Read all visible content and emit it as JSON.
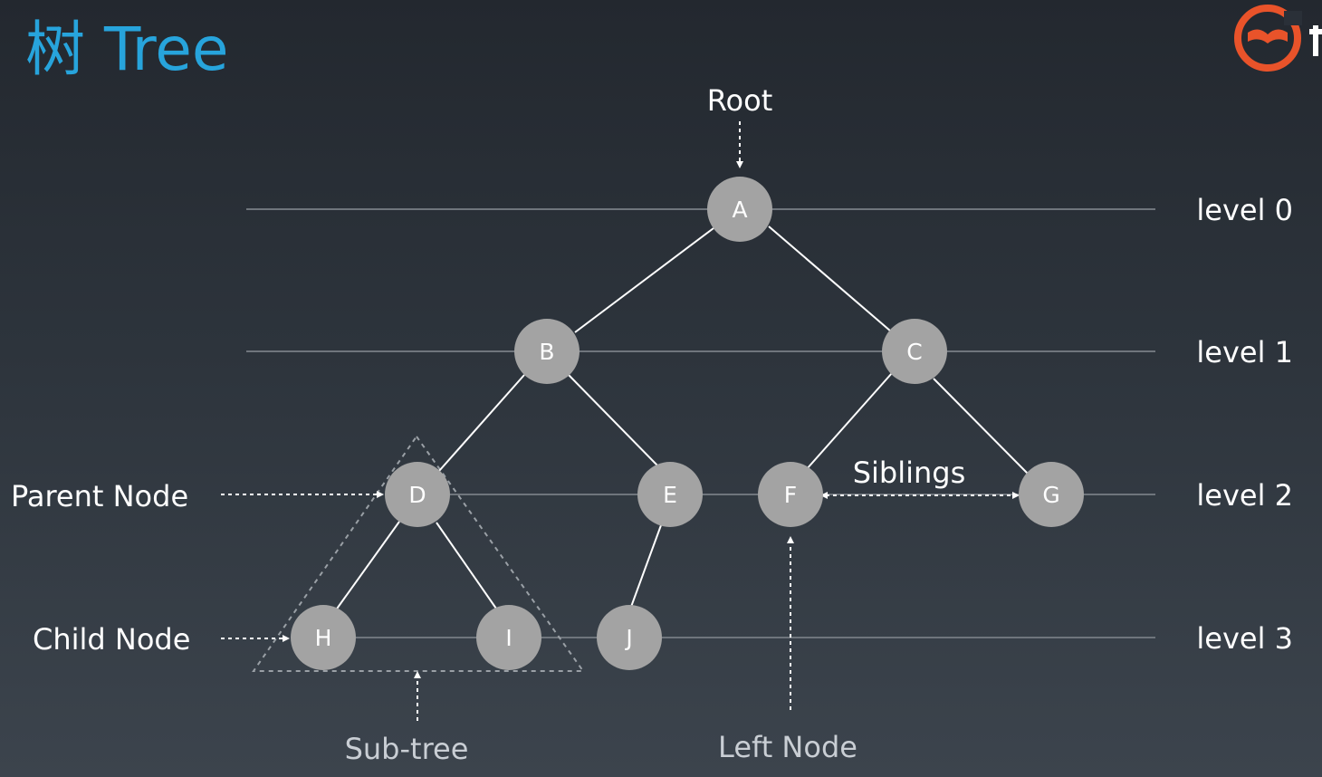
{
  "title": "树 Tree",
  "colors": {
    "title": "#27a4dc",
    "node_fill": "#a3a3a3",
    "edge": "#ffffff",
    "level_line": "#6f757c",
    "logo": "#e9532a"
  },
  "logo_icon": "geekbang-logo",
  "labels": {
    "root": "Root",
    "parent_node": "Parent Node",
    "child_node": "Child Node",
    "siblings": "Siblings",
    "sub_tree": "Sub-tree",
    "left_node": "Left Node"
  },
  "levels": [
    "level 0",
    "level 1",
    "level 2",
    "level 3"
  ],
  "nodes": [
    "A",
    "B",
    "C",
    "D",
    "E",
    "F",
    "G",
    "H",
    "I",
    "J"
  ],
  "edges": [
    [
      "A",
      "B"
    ],
    [
      "A",
      "C"
    ],
    [
      "B",
      "D"
    ],
    [
      "B",
      "E"
    ],
    [
      "C",
      "F"
    ],
    [
      "C",
      "G"
    ],
    [
      "D",
      "H"
    ],
    [
      "D",
      "I"
    ],
    [
      "E",
      "J"
    ]
  ]
}
